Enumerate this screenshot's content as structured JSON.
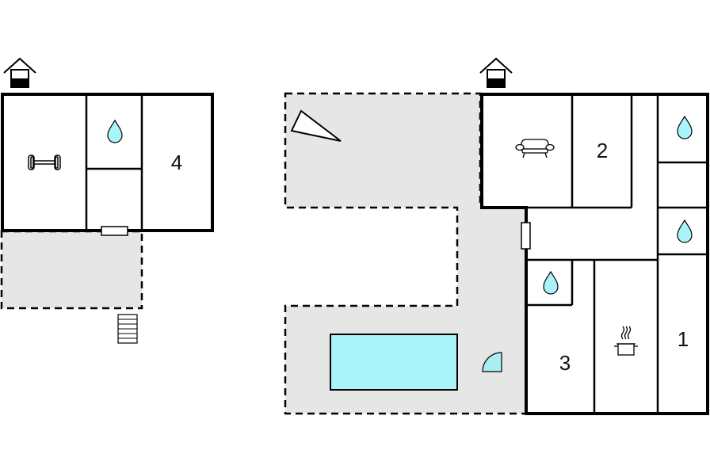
{
  "floorplan": {
    "building_left": {
      "rooms": [
        {
          "id": "gym",
          "icon": "dumbbell-icon"
        },
        {
          "id": "bathroom",
          "icon": "water-drop-icon"
        },
        {
          "id": "storage",
          "icon": ""
        },
        {
          "id": "bedroom",
          "label": "4"
        }
      ],
      "entrance_icon": "house-entrance-icon",
      "stairs_icon": "stairs-icon"
    },
    "building_right": {
      "rooms": [
        {
          "id": "living-room",
          "icon": "sofa-icon"
        },
        {
          "id": "bedroom-2",
          "label": "2"
        },
        {
          "id": "bathroom-top",
          "icon": "water-drop-icon"
        },
        {
          "id": "bathroom-middle",
          "icon": "water-drop-icon"
        },
        {
          "id": "bathroom-small",
          "icon": "water-drop-icon"
        },
        {
          "id": "bedroom-3",
          "label": "3"
        },
        {
          "id": "kitchen",
          "icon": "cooking-pot-icon"
        },
        {
          "id": "bedroom-1",
          "label": "1"
        }
      ],
      "entrance_icon": "house-entrance-icon"
    },
    "outdoor": {
      "pool_icon": "swimming-pool-icon",
      "sail_icon": "sun-sail-icon",
      "shower_icon": "outdoor-shower-icon"
    },
    "colors": {
      "wall": "#000000",
      "terrace": "#e6e6e6",
      "pool": "#aaf3f8",
      "water_icon": "#aaf3f8",
      "accent": "#a8eef2"
    }
  }
}
